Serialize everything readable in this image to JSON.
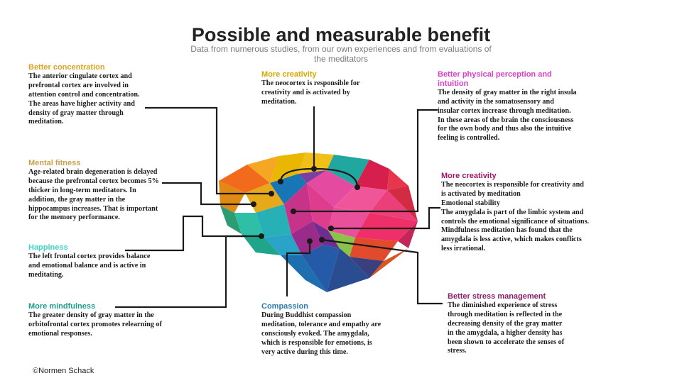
{
  "title": "Possible and measurable benefit",
  "subtitle": "Data from numerous studies, from our own experiences and from evaluations of the meditators",
  "credit": "©Normen Schack",
  "colors": {
    "concentration": "#d9a520",
    "mental_fitness": "#c9a24a",
    "happiness": "#3dd6c6",
    "mindfulness": "#1f9e8a",
    "creativity_top": "#d8a600",
    "perception": "#d93fc8",
    "creativity_right": "#a0166b",
    "stress": "#8a1f6e",
    "compassion": "#2a7ab0"
  },
  "benefits": {
    "concentration": {
      "heading": "Better concentration",
      "body": "The anterior cingulate cortex and prefrontal cortex are involved in attention control and concentration. The areas have higher activity and density of gray matter through meditation."
    },
    "mental_fitness": {
      "heading": "Mental fitness",
      "body": "Age-related brain degeneration is delayed because the prefrontal cortex becomes 5% thicker in long-term meditators. In addition, the gray matter in the hippocampus increases. That is important for the memory performance."
    },
    "happiness": {
      "heading": "Happiness",
      "body": "The left frontal cortex provides balance and emotional balance and is active in meditating."
    },
    "mindfulness": {
      "heading": "More mindfulness",
      "body": "The greater density of gray matter in the orbitofrontal cortex promotes relearning of emotional responses."
    },
    "creativity_top": {
      "heading": "More creativity",
      "body": "The neocortex is responsible for creativity and is activated by meditation."
    },
    "perception": {
      "heading": "Better physical perception and intuition",
      "body": "The density of gray matter in the right insula and activity in the somatosensory and insular cortex increase through meditation. In these areas of the brain the consciousness for the own body and thus also the intuitive feeling is controlled."
    },
    "creativity_right": {
      "heading": "More creativity",
      "body": "The neocortex is responsible for creativity and is activated by meditation",
      "body2": "Emotional stability",
      "body3": "The amygdala is part of the limbic system and controls the emotional significance of situations. Mindfulness meditation has found that the amygdala is less active, which makes conflicts less irrational."
    },
    "stress": {
      "heading": "Better stress management",
      "body": "The diminished experience of stress through meditation is reflected in the decreasing density of the gray matter in the amygdala, a higher density has been shown to accelerate the senses of stress."
    },
    "compassion": {
      "heading": "Compassion",
      "body": "During Buddhist compassion meditation, tolerance and empathy are consciously evoked. The amygdala, which is responsible for emotions, is very active during this time."
    }
  }
}
